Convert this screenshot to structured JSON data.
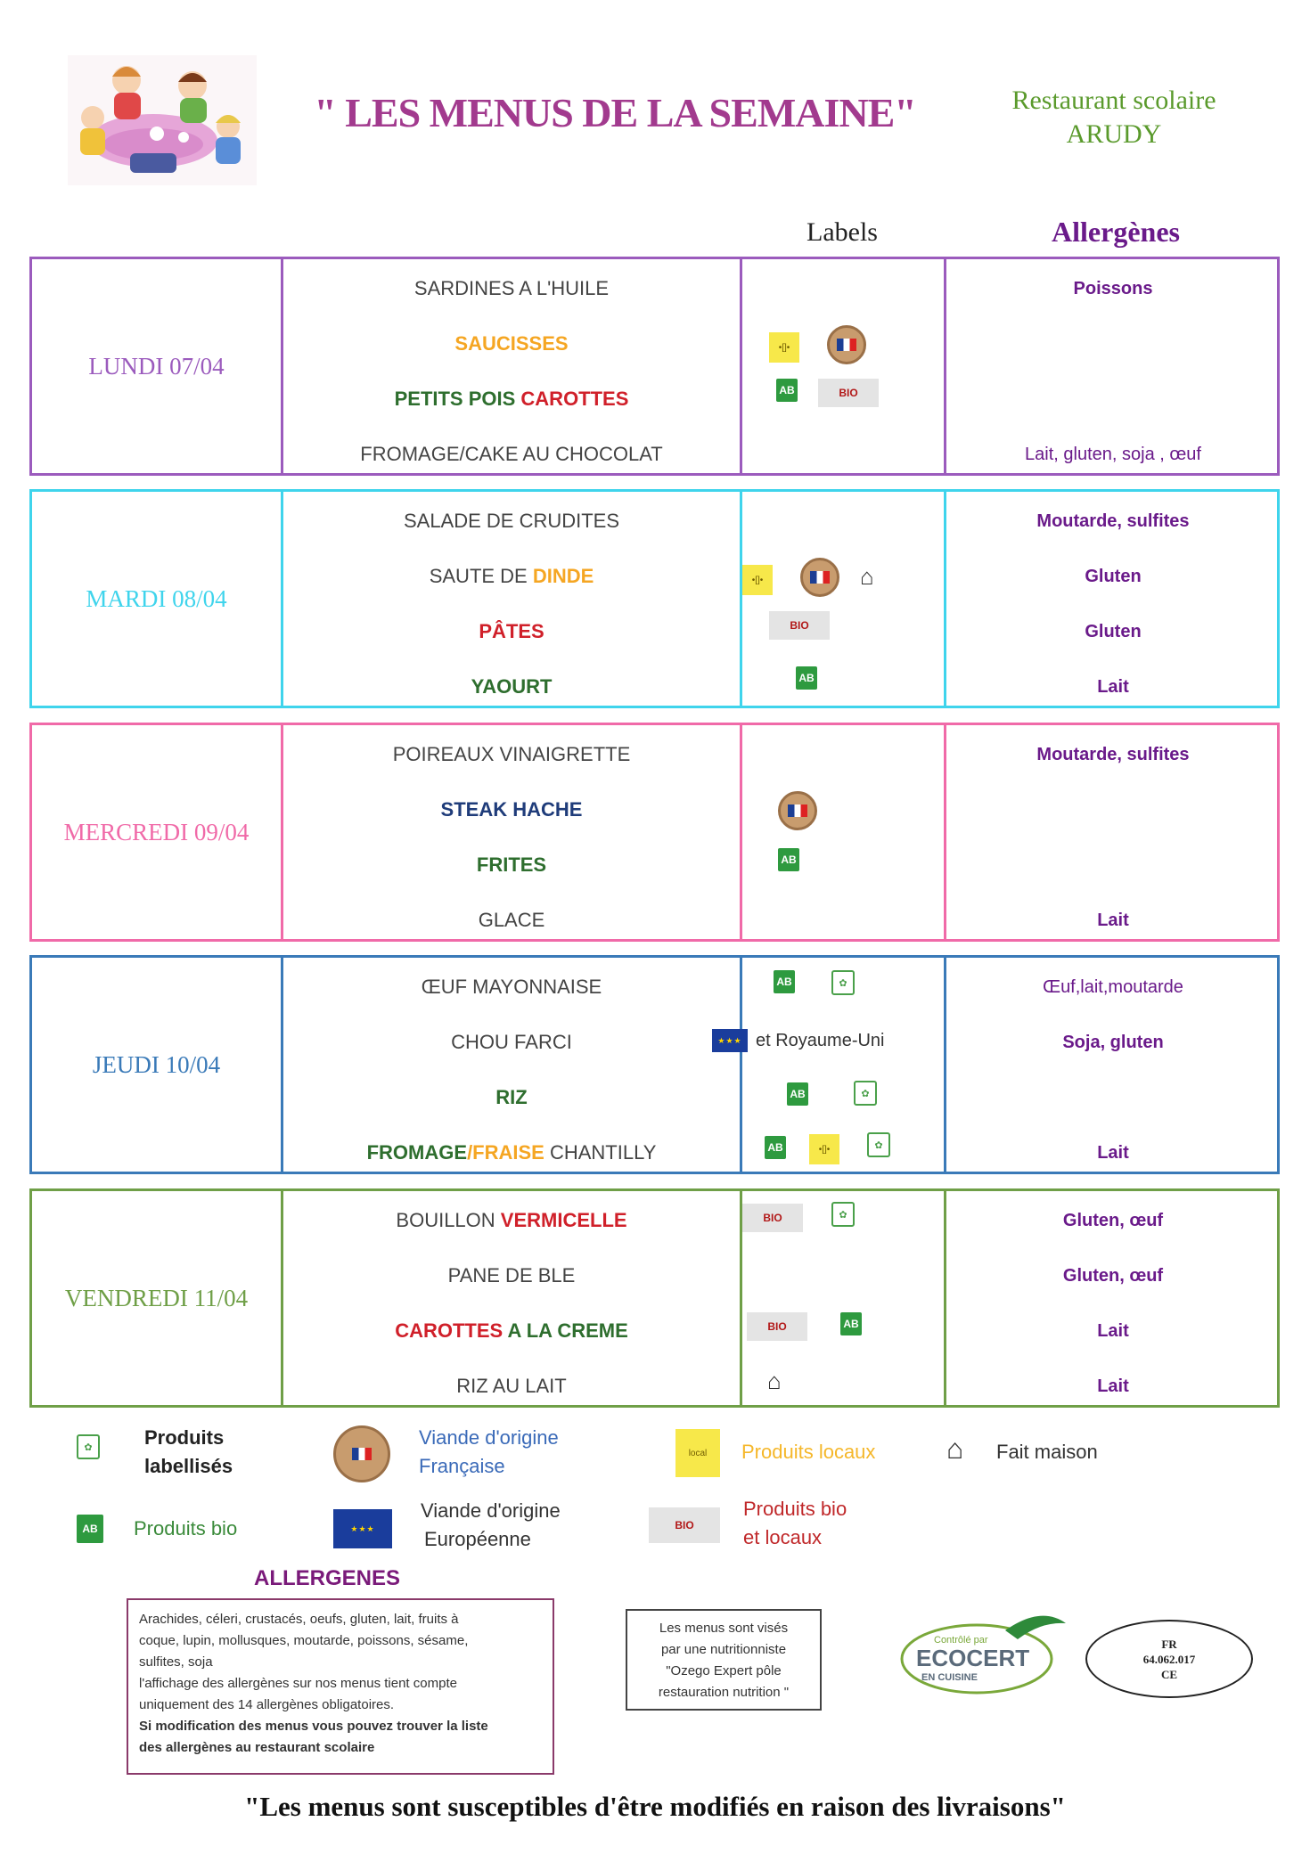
{
  "header": {
    "title": "\" LES MENUS DE LA SEMAINE\"",
    "restaurant_line1": "Restaurant scolaire",
    "restaurant_line2": "ARUDY",
    "col_labels": "Labels",
    "col_allergens": "Allergènes"
  },
  "colors": {
    "lundi": "#9b5bbd",
    "mardi": "#3fd4ec",
    "mercredi": "#f06aa8",
    "jeudi": "#3a7ab8",
    "vendredi": "#6f9f47",
    "title": "#a23a8e",
    "orange": "#f5a623",
    "red": "#d0202a",
    "green": "#2e6e2e",
    "navy": "#1f3c7a",
    "allergen_purple": "#6a1a8a"
  },
  "days": [
    {
      "name": "LUNDI 07/04",
      "dishes": [
        {
          "segments": [
            {
              "text": "SARDINES A L'HUILE",
              "style": "plain"
            }
          ]
        },
        {
          "segments": [
            {
              "text": "SAUCISSES",
              "style": "orange"
            }
          ]
        },
        {
          "segments": [
            {
              "text": "PETITS POIS ",
              "style": "green"
            },
            {
              "text": "CAROTTES",
              "style": "red"
            }
          ]
        },
        {
          "segments": [
            {
              "text": "FROMAGE/CAKE AU CHOCOLAT",
              "style": "plain"
            }
          ]
        }
      ],
      "allergens": [
        "Poissons",
        "",
        "",
        "Lait, gluten, soja , œuf"
      ]
    },
    {
      "name": "MARDI 08/04",
      "dishes": [
        {
          "segments": [
            {
              "text": "SALADE DE CRUDITES",
              "style": "plain"
            }
          ]
        },
        {
          "segments": [
            {
              "text": "SAUTE DE ",
              "style": "plain"
            },
            {
              "text": "DINDE",
              "style": "orange"
            }
          ]
        },
        {
          "segments": [
            {
              "text": "PÂTES",
              "style": "red"
            }
          ]
        },
        {
          "segments": [
            {
              "text": "YAOURT",
              "style": "green"
            }
          ]
        }
      ],
      "allergens": [
        "Moutarde, sulfites",
        "Gluten",
        "Gluten",
        "Lait"
      ]
    },
    {
      "name": "MERCREDI 09/04",
      "dishes": [
        {
          "segments": [
            {
              "text": "POIREAUX VINAIGRETTE",
              "style": "plain"
            }
          ]
        },
        {
          "segments": [
            {
              "text": "STEAK HACHE",
              "style": "navy"
            }
          ]
        },
        {
          "segments": [
            {
              "text": "FRITES",
              "style": "green"
            }
          ]
        },
        {
          "segments": [
            {
              "text": "GLACE",
              "style": "plain"
            }
          ]
        }
      ],
      "allergens": [
        "Moutarde, sulfites",
        "",
        "",
        "Lait"
      ]
    },
    {
      "name": "JEUDI 10/04",
      "dishes": [
        {
          "segments": [
            {
              "text": "ŒUF MAYONNAISE",
              "style": "plain"
            }
          ]
        },
        {
          "segments": [
            {
              "text": "CHOU FARCI",
              "style": "plain"
            }
          ]
        },
        {
          "segments": [
            {
              "text": "RIZ",
              "style": "green"
            }
          ]
        },
        {
          "segments": [
            {
              "text": "FROMAGE",
              "style": "green"
            },
            {
              "text": "/FRAISE",
              "style": "orange"
            },
            {
              "text": " CHANTILLY",
              "style": "plain"
            }
          ]
        }
      ],
      "allergens": [
        "Œuf,lait,moutarde",
        "Soja, gluten",
        "",
        "Lait"
      ],
      "label_text": "et  Royaume-Uni"
    },
    {
      "name": "VENDREDI 11/04",
      "dishes": [
        {
          "segments": [
            {
              "text": "BOUILLON ",
              "style": "plain"
            },
            {
              "text": "VERMICELLE",
              "style": "red"
            }
          ]
        },
        {
          "segments": [
            {
              "text": "PANE DE BLE",
              "style": "plain"
            }
          ]
        },
        {
          "segments": [
            {
              "text": "CAROTTES",
              "style": "red"
            },
            {
              "text": " A LA CREME",
              "style": "green"
            }
          ]
        },
        {
          "segments": [
            {
              "text": "RIZ AU LAIT",
              "style": "plain"
            }
          ]
        }
      ],
      "allergens": [
        "Gluten, œuf",
        "Gluten, œuf",
        "Lait",
        "Lait"
      ]
    }
  ],
  "icons": {
    "ab": "agriculture-biologique-icon",
    "label": "label-rouge-icon",
    "bio_local": "bio-local-icon",
    "local": "produit-local-icon",
    "vf": "viande-francaise-icon",
    "eu": "eu-flag-icon",
    "fm": "fait-maison-icon",
    "bio_text": "BIO",
    "ab_text": "AB"
  },
  "legend": {
    "labelled_1": "Produits",
    "labelled_2": "labellisés",
    "vf_1": "Viande d'origine",
    "vf_2": "Française",
    "local": "Produits locaux",
    "fait_maison": "Fait maison",
    "bio": "Produits bio",
    "eu_1": "Viande d'origine",
    "eu_2": "Européenne",
    "bio_local_1": "Produits bio",
    "bio_local_2": "et locaux"
  },
  "allergen_box": {
    "title": "ALLERGENES",
    "lines": [
      "Arachides, céleri, crustacés, oeufs, gluten, lait, fruits à",
      "coque, lupin, mollusques, moutarde, poissons, sésame,",
      "sulfites, soja",
      "l'affichage des allergènes sur nos menus tient compte",
      "uniquement des 14 allergènes obligatoires."
    ],
    "bold_lines": [
      "Si modification des menus vous pouvez trouver la liste",
      "des allergènes au restaurant scolaire"
    ]
  },
  "nutrition_box": {
    "lines": [
      "Les menus sont visés",
      "par une nutritionniste",
      "\"Ozego Expert pôle",
      "restauration nutrition \""
    ]
  },
  "ecocert": {
    "top": "Contrôlé par",
    "name": "ECOCERT",
    "sub": "EN CUISINE"
  },
  "agrement": {
    "lines": [
      "FR",
      "64.062.017",
      "CE"
    ]
  },
  "footer": "\"Les menus sont susceptibles d'être modifiés en raison des livraisons\""
}
